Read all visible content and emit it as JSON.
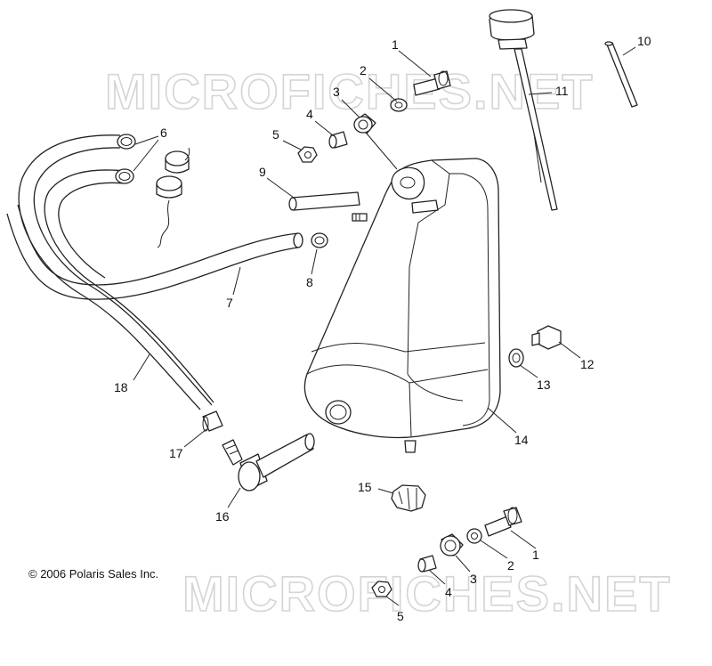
{
  "watermark": "MICROFICHES.NET",
  "copyright": "© 2006 Polaris Sales Inc.",
  "callouts": [
    {
      "key": "c1a",
      "label": "1"
    },
    {
      "key": "c2a",
      "label": "2"
    },
    {
      "key": "c3a",
      "label": "3"
    },
    {
      "key": "c4a",
      "label": "4"
    },
    {
      "key": "c5a",
      "label": "5"
    },
    {
      "key": "c6",
      "label": "6"
    },
    {
      "key": "c7",
      "label": "7"
    },
    {
      "key": "c8",
      "label": "8"
    },
    {
      "key": "c9",
      "label": "9"
    },
    {
      "key": "c10",
      "label": "10"
    },
    {
      "key": "c11",
      "label": "11"
    },
    {
      "key": "c12",
      "label": "12"
    },
    {
      "key": "c13",
      "label": "13"
    },
    {
      "key": "c14",
      "label": "14"
    },
    {
      "key": "c15",
      "label": "15"
    },
    {
      "key": "c16",
      "label": "16"
    },
    {
      "key": "c17",
      "label": "17"
    },
    {
      "key": "c18",
      "label": "18"
    },
    {
      "key": "c1b",
      "label": "1"
    },
    {
      "key": "c2b",
      "label": "2"
    },
    {
      "key": "c3b",
      "label": "3"
    },
    {
      "key": "c4b",
      "label": "4"
    },
    {
      "key": "c5b",
      "label": "5"
    }
  ]
}
